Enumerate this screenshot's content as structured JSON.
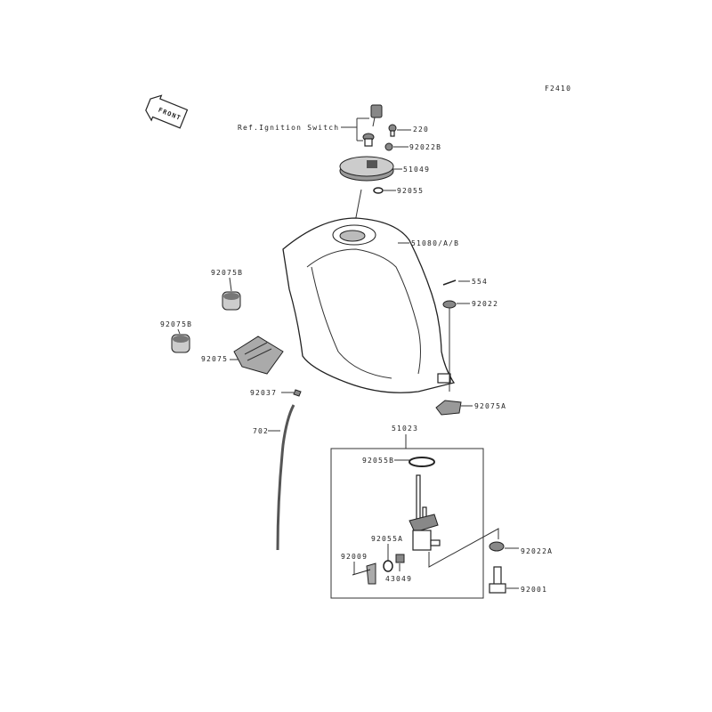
{
  "diagram": {
    "figure_code": "F2410",
    "front_arrow_label": "FRONT",
    "labels": {
      "ref_ignition_switch": "Ref.Ignition Switch",
      "p220": "220",
      "p92022B": "92022B",
      "p51049": "51049",
      "p92055": "92055",
      "p51080": "51080/A/B",
      "p554": "554",
      "p92022": "92022",
      "p92075B_top": "92075B",
      "p92075B_left": "92075B",
      "p92075": "92075",
      "p92037": "92037",
      "p92075A": "92075A",
      "p702": "702",
      "p51023": "51023",
      "p92055B": "92055B",
      "p92055A": "92055A",
      "p92009": "92009",
      "p43049": "43049",
      "p92022A": "92022A",
      "p92001": "92001"
    }
  }
}
